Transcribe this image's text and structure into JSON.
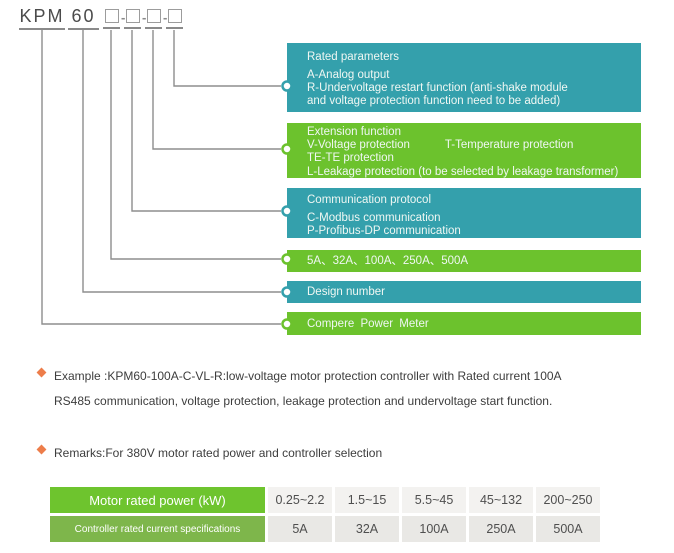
{
  "colors": {
    "teal": "#34a0ac",
    "green": "#6cc22d",
    "green_muted": "#7eb64b",
    "bullet_orange": "#ed7d4a",
    "line_gray": "#8d8d8d",
    "row1_cell_bg": "#f3f2f0",
    "row2_cell_bg": "#e9e8e5",
    "text_dark": "#3d3d3d"
  },
  "model": {
    "prefix": "KPM",
    "series": "60",
    "separator": "-"
  },
  "legend": [
    {
      "color": "teal",
      "title": "Rated parameters",
      "lines": [
        "A-Analog output",
        "R-Undervoltage restart function (anti-shake module",
        "and voltage protection function need to be added)"
      ]
    },
    {
      "color": "green",
      "title": "Extension function",
      "lines": [
        "V-Voltage protection           T-Temperature protection",
        "TE-TE protection",
        "L-Leakage protection (to be selected by leakage transformer)"
      ]
    },
    {
      "color": "teal",
      "title": "Communication protocol",
      "lines": [
        "C-Modbus communication",
        "P-Profibus-DP communication"
      ]
    },
    {
      "color": "green",
      "title": "5A、32A、100A、250A、500A"
    },
    {
      "color": "teal",
      "title": "Design number"
    },
    {
      "color": "green",
      "title": "Compere Power Meter"
    }
  ],
  "example": {
    "line1": "Example :KPM60-100A-C-VL-R:low-voltage motor protection controller with Rated current 100A",
    "line2": "RS485 communication, voltage protection, leakage protection and undervoltage start function."
  },
  "remarks": "Remarks:For 380V motor rated power and controller selection",
  "table": {
    "row1": {
      "header": "Motor rated power (kW)",
      "cells": [
        "0.25~2.2",
        "1.5~15",
        "5.5~45",
        "45~132",
        "200~250"
      ]
    },
    "row2": {
      "header": "Controller rated current specifications",
      "cells": [
        "5A",
        "32A",
        "100A",
        "250A",
        "500A"
      ]
    }
  }
}
